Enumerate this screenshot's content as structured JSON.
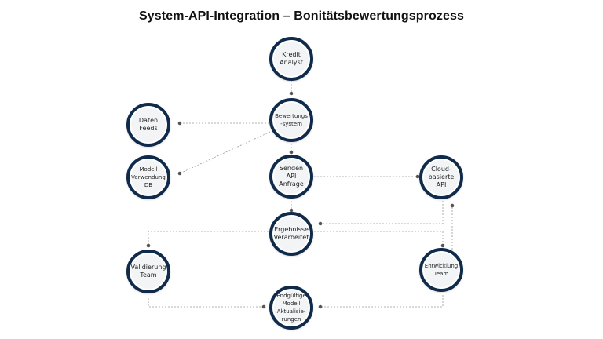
{
  "title": "System-API-Integration – Bonitätsbewertungsprozess",
  "nodes": {
    "kredit_analyst": "Kredit\nAnalyst",
    "bewertungssystem": "Bewertungs\n-system",
    "daten_feeds": "Daten\nFeeds",
    "modell_db": "Modell\nVerwendung\nDB",
    "senden_api": "Senden\nAPI\nAnfrage",
    "cloud_api": "Cloud-\nbasierte\nAPI",
    "ergebnisse": "Ergebnisse\nVerarbeitet",
    "validierung": "Validierung\nTeam",
    "entwicklung": "Entwicklung\nTeam",
    "modell_updates": "Endgültige\nModell\nAktualisie-\nrungen"
  },
  "colors": {
    "node_border": "#0f2a4a",
    "node_fill": "#f2f4f6",
    "connector": "#9a9a9a",
    "dot": "#555555"
  }
}
